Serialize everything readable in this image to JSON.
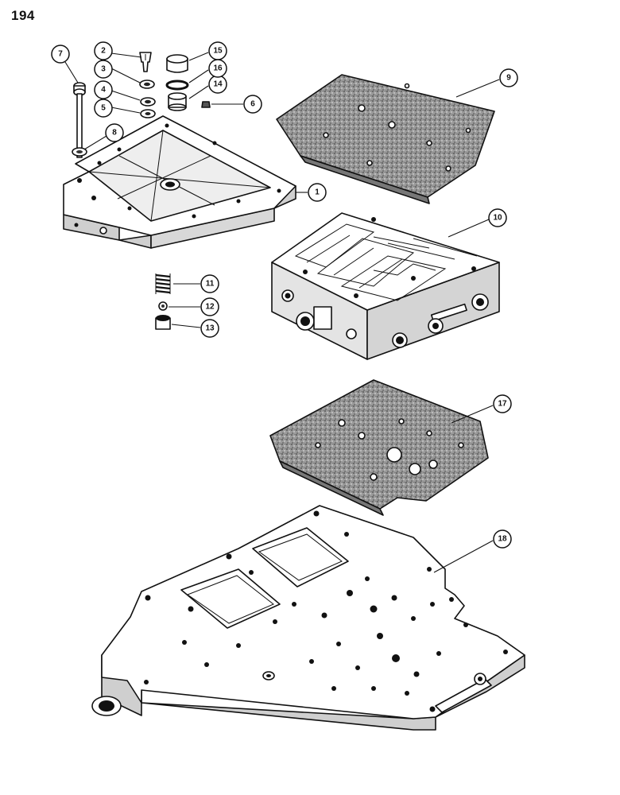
{
  "page": {
    "number": "194"
  },
  "callouts": [
    {
      "id": "c1",
      "label": "1"
    },
    {
      "id": "c2",
      "label": "2"
    },
    {
      "id": "c3",
      "label": "3"
    },
    {
      "id": "c4",
      "label": "4"
    },
    {
      "id": "c5",
      "label": "5"
    },
    {
      "id": "c6",
      "label": "6"
    },
    {
      "id": "c7",
      "label": "7"
    },
    {
      "id": "c8",
      "label": "8"
    },
    {
      "id": "c9",
      "label": "9"
    },
    {
      "id": "c10",
      "label": "10"
    },
    {
      "id": "c11",
      "label": "11"
    },
    {
      "id": "c12",
      "label": "12"
    },
    {
      "id": "c13",
      "label": "13"
    },
    {
      "id": "c14",
      "label": "14"
    },
    {
      "id": "c15",
      "label": "15"
    },
    {
      "id": "c16",
      "label": "16"
    },
    {
      "id": "c17",
      "label": "17"
    },
    {
      "id": "c18",
      "label": "18"
    }
  ]
}
